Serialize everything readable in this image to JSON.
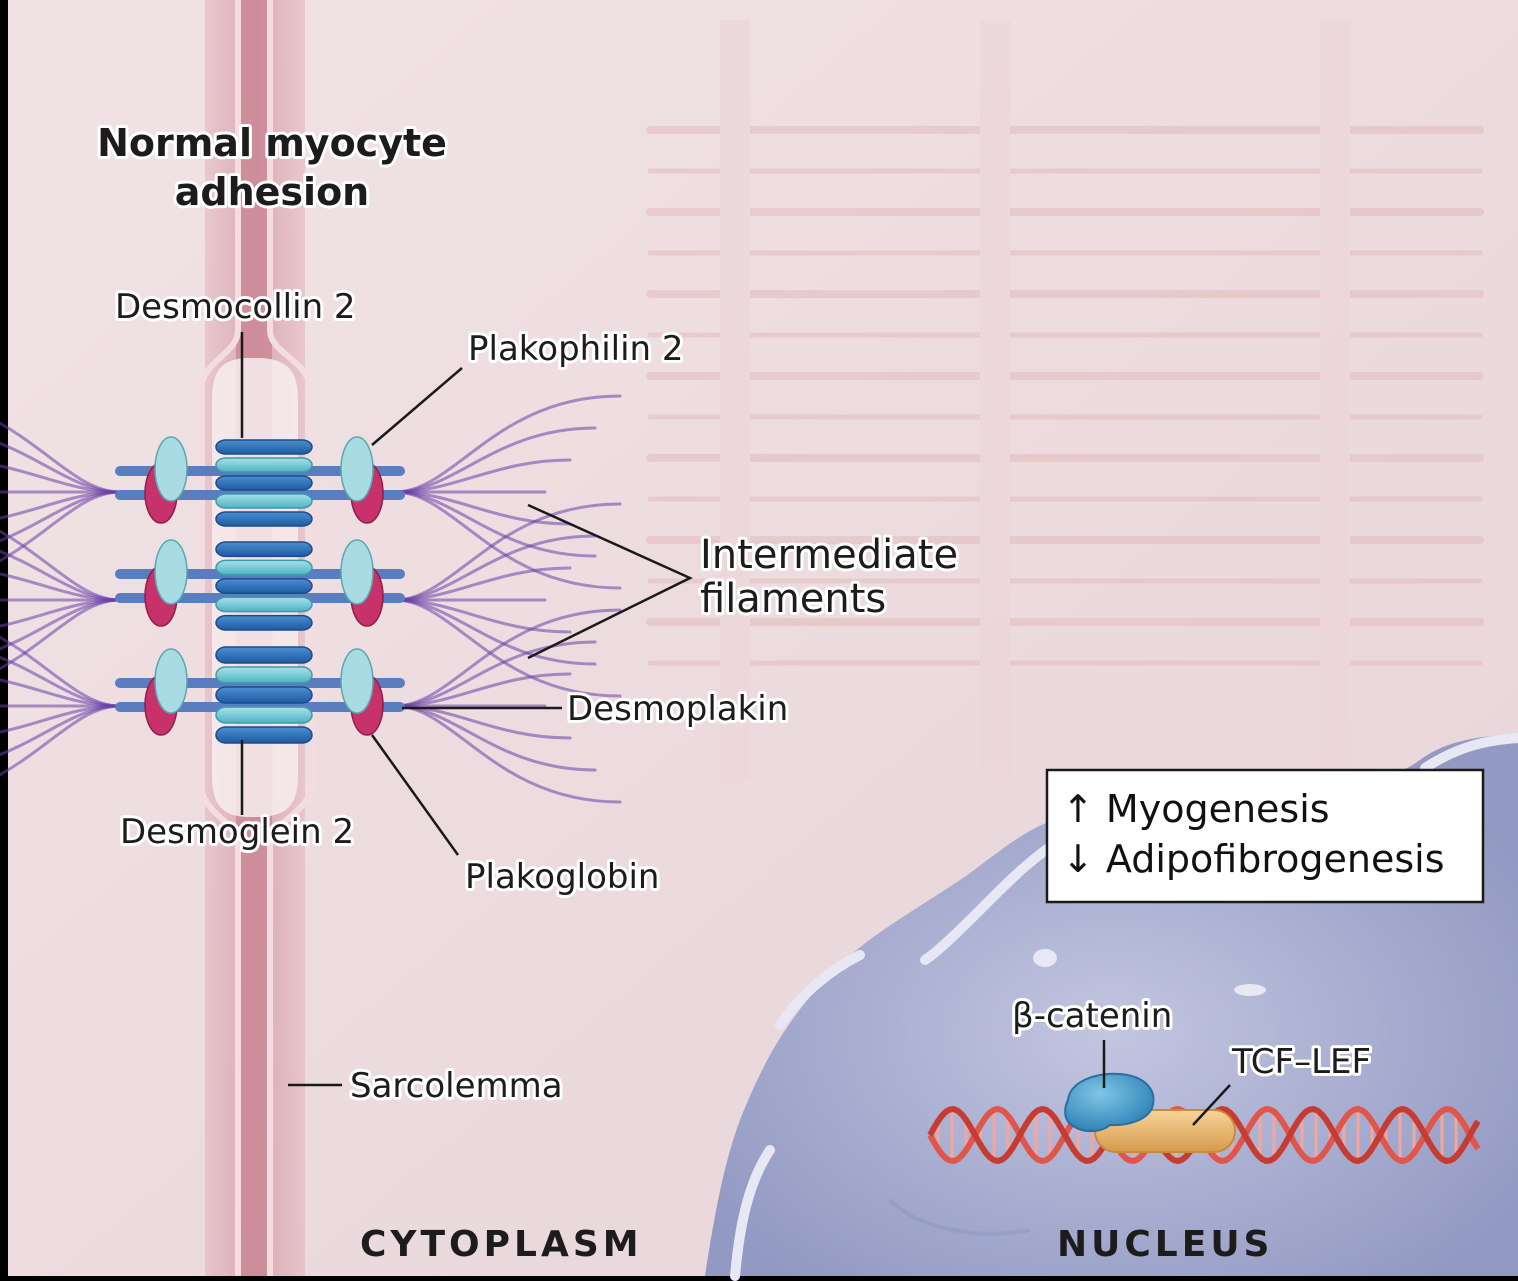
{
  "title_lines": [
    "Normal myocyte",
    "adhesion"
  ],
  "labels": {
    "desmocollin": "Desmocollin 2",
    "plakophilin": "Plakophilin 2",
    "intermediate_filaments_lines": [
      "Intermediate",
      "filaments"
    ],
    "desmoplakin": "Desmoplakin",
    "desmoglein": "Desmoglein 2",
    "plakoglobin": "Plakoglobin",
    "sarcolemma": "Sarcolemma",
    "beta_catenin": "β-catenin",
    "tcf_lef": "TCF–LEF"
  },
  "outcomes": [
    "↑ Myogenesis",
    "↓ Adipofibrogenesis"
  ],
  "regions": {
    "cytoplasm": "CYTOPLASM",
    "nucleus": "NUCLEUS"
  },
  "colors": {
    "background": "#eadadd",
    "membrane": "#d89aa6",
    "cadherin_dark": "#2f6fb5",
    "cadherin_light": "#6fc3cf",
    "plakophilin": "#a9dbe3",
    "plakoglobin": "#c8326a",
    "filament": "#6a3fa8",
    "nucleus": "#aab0d0",
    "dna": "#e0564a",
    "beta_catenin": "#3c97c8",
    "tcf_lef": "#e9b46a",
    "cytoplasm_text": "#b48792",
    "nucleus_text": "#7d86a8"
  }
}
